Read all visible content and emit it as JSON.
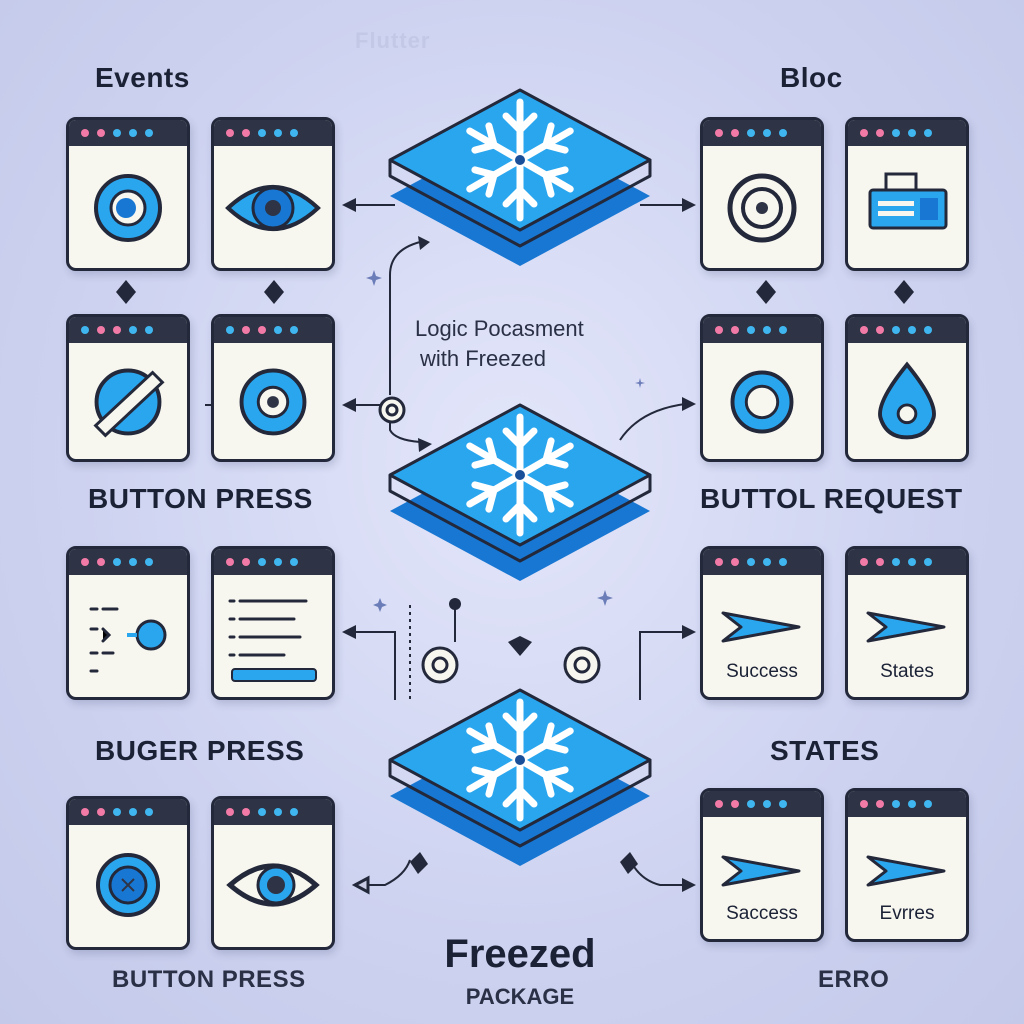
{
  "header": {
    "ghost_title": "Flutter"
  },
  "sections": {
    "events": "Events",
    "bloc": "Bloc",
    "button_press_1": "BUTTON PRESS",
    "buttol_request": "BUTTOL REQUEST",
    "buger_press": "BUGER PRESS",
    "states": "STATES",
    "button_press_2": "BUTTON PRESS",
    "error": "ERRO"
  },
  "center": {
    "logic_line1": "Logic Pocasment",
    "logic_line2": "with Freezed",
    "freezed": "Freezed",
    "package": "PACKAGE"
  },
  "cards": {
    "success_1": "Success",
    "states": "States",
    "success_2": "Saccess",
    "evres": "Evrres"
  },
  "colors": {
    "accent": "#2aa6ef",
    "accent_dark": "#1877d2",
    "outline": "#23283a",
    "background": "#cfd3f0"
  },
  "icons": {
    "node": "snowflake-icon",
    "events_row1": [
      "ring-icon",
      "eye-icon"
    ],
    "events_row2": [
      "slash-icon",
      "target-icon"
    ],
    "bloc_row1": [
      "target-icon",
      "id-card-icon"
    ],
    "bloc_row2": [
      "ring-icon",
      "drop-icon"
    ],
    "press_row": [
      "list-icon",
      "text-lines-icon"
    ],
    "request_row": [
      "arrow-icon",
      "arrow-icon"
    ],
    "buger_row": [
      "ring-icon",
      "eye-icon"
    ],
    "states_row": [
      "arrow-icon",
      "arrow-icon"
    ]
  }
}
